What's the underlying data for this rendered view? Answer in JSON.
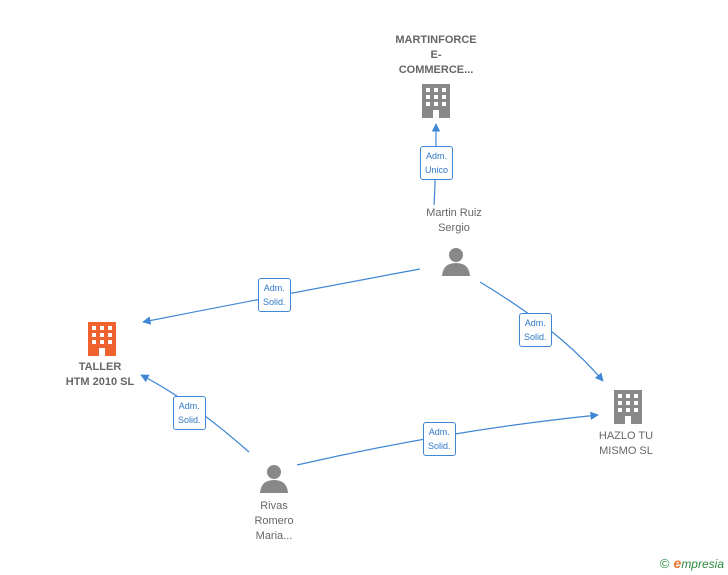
{
  "nodes": {
    "martinforce": {
      "lines": [
        "MARTINFORCE",
        "E-",
        "COMMERCE..."
      ],
      "type": "company",
      "color": "#888888"
    },
    "martin_ruiz": {
      "lines": [
        "Martin Ruiz",
        "Sergio"
      ],
      "type": "person",
      "color": "#888888"
    },
    "taller": {
      "lines": [
        "TALLER",
        "HTM 2010  SL"
      ],
      "type": "company",
      "color": "#f0622e"
    },
    "hazlo": {
      "lines": [
        "HAZLO TU",
        "MISMO SL"
      ],
      "type": "company",
      "color": "#888888"
    },
    "rivas": {
      "lines": [
        "Rivas",
        "Romero",
        "Maria..."
      ],
      "type": "person",
      "color": "#888888"
    }
  },
  "edges": {
    "e1": {
      "lines": [
        "Adm.",
        "Unico"
      ]
    },
    "e2": {
      "lines": [
        "Adm.",
        "Solid."
      ]
    },
    "e3": {
      "lines": [
        "Adm.",
        "Solid."
      ]
    },
    "e4": {
      "lines": [
        "Adm.",
        "Solid."
      ]
    },
    "e5": {
      "lines": [
        "Adm.",
        "Solid."
      ]
    }
  },
  "colors": {
    "edge": "#3f86d4",
    "icon_gray": "#888888",
    "icon_orange": "#f0622e"
  },
  "footer": {
    "copyright": "©",
    "brand_initial": "e",
    "brand_rest": "mpresia"
  }
}
